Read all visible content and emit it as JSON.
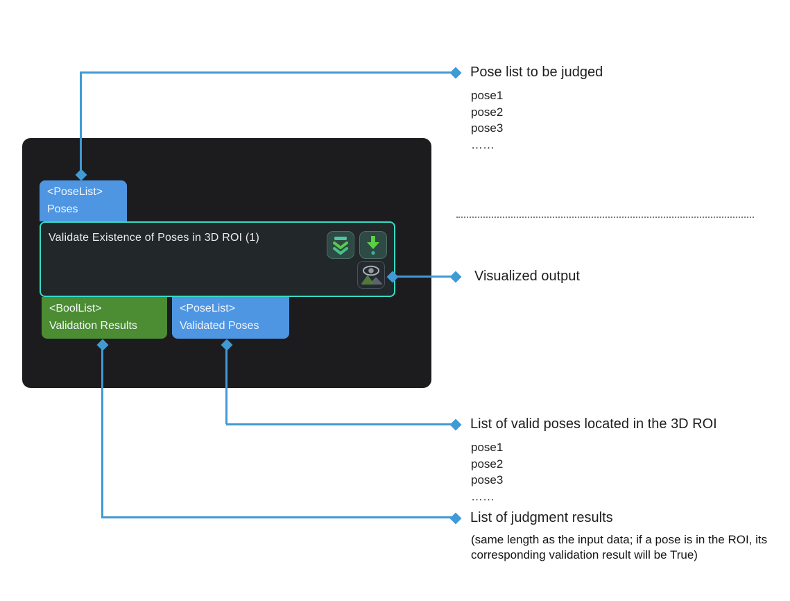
{
  "node": {
    "title": "Validate Existence of Poses in 3D ROI (1)",
    "input_port": {
      "type": "<PoseList>",
      "label": "Poses"
    },
    "output_ports": [
      {
        "type": "<BoolList>",
        "label": "Validation Results"
      },
      {
        "type": "<PoseList>",
        "label": "Validated Poses"
      }
    ],
    "icon_names": [
      "double-chevron-down-icon",
      "down-arrow-icon",
      "eye-image-icon"
    ]
  },
  "annotations": {
    "input": {
      "title": "Pose list to be judged",
      "items": [
        "pose1",
        "pose2",
        "pose3",
        "……"
      ]
    },
    "visualized": {
      "title": "Visualized output"
    },
    "validated": {
      "title": "List of valid poses located in the 3D ROI",
      "items": [
        "pose1",
        "pose2",
        "pose3",
        "……"
      ]
    },
    "results": {
      "title": "List of judgment results",
      "note": "(same length as the input data; if a pose is in the ROI, its corresponding validation result will be True)"
    }
  },
  "colors": {
    "connector_blue": "#3f9ad5",
    "port_blue": "#4f96e2",
    "port_green": "#4c8c33",
    "node_background": "#1c1c1e",
    "node_body_background": "#22272a",
    "node_body_border": "#36dcc4",
    "icon_button_background": "#2d4a44",
    "icon_green": "#5ad140",
    "icon_teal": "#4fc6a4",
    "dotted_line": "#7c7c7c"
  }
}
